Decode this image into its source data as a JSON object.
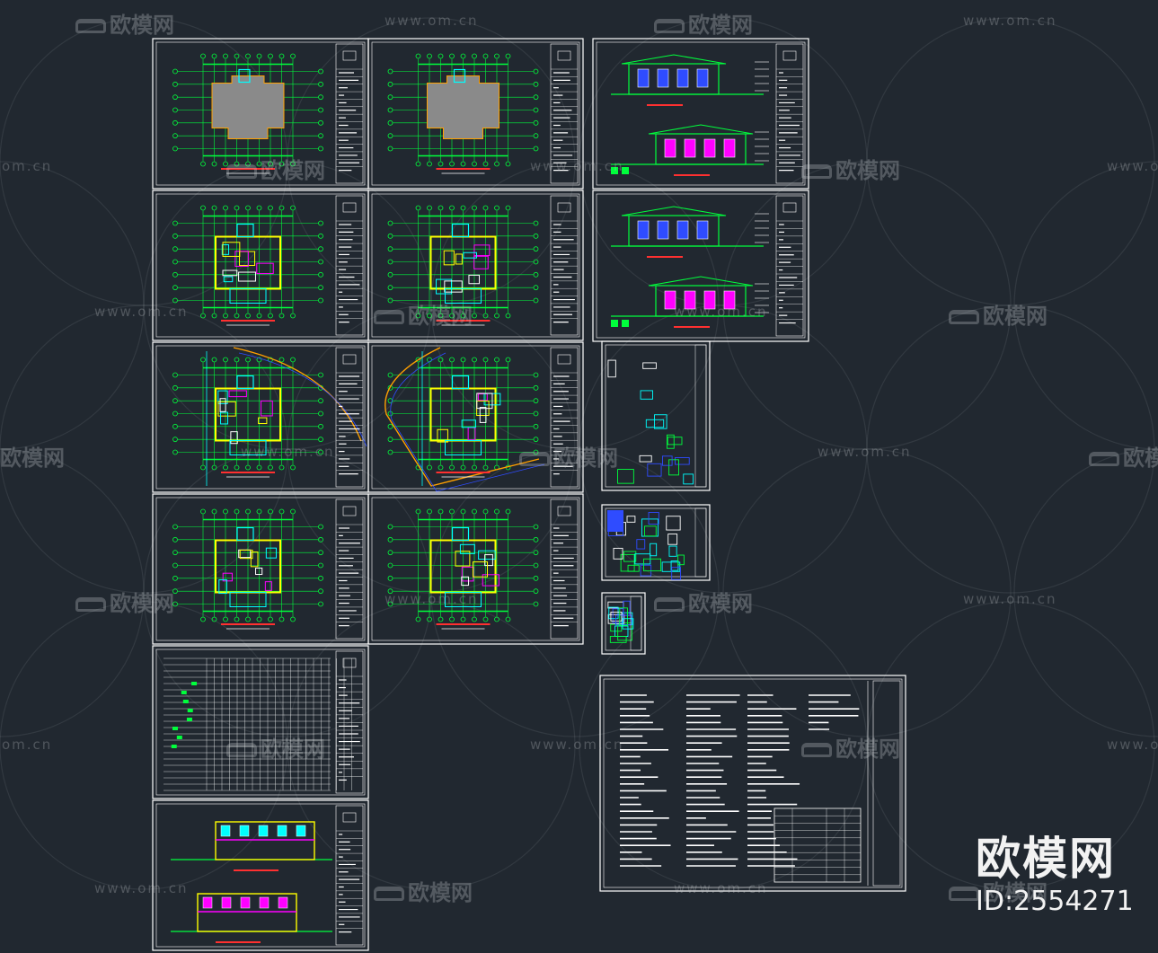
{
  "watermark": {
    "url_text": "www.om.cn",
    "url_text_cut": "om.cn",
    "brand_text": "欧模网",
    "brand_text_cut": "欧模网",
    "icon": "sofa-icon"
  },
  "corner": {
    "brand": "欧模网",
    "id": "ID:2554271"
  },
  "colors": {
    "background": "#212830",
    "sheet_border": "#ffffff",
    "plan_green": "#00ff3c",
    "wall_yellow": "#ffff00",
    "accent_magenta": "#ff00ff",
    "accent_cyan": "#00ffff",
    "accent_blue": "#2f4cff",
    "site_orange": "#ffa000",
    "title_red": "#ff3030",
    "slab_gray": "#8a8a8a"
  }
}
